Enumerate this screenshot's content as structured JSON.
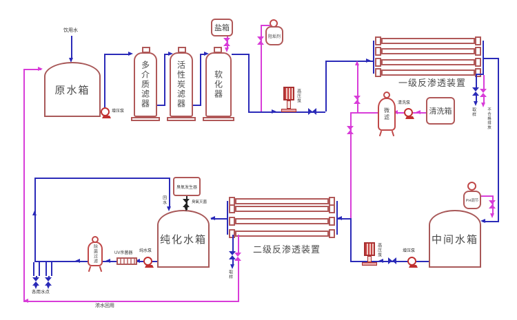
{
  "colors": {
    "water_line": "#2a2ab8",
    "chemical_line": "#d83cd8",
    "equipment_outline": "#b05858",
    "pump_red": "#c03030"
  },
  "source": {
    "feed_water": "饮用水"
  },
  "raw": {
    "tank": "原水箱",
    "pump": "增压泵"
  },
  "pretreatment": {
    "multimedia_filter": "多介质滤器",
    "carbon_filter": "活性炭滤器",
    "softener": "软化器",
    "salt_tank": "盐箱",
    "antiscalant": "阻垢剂"
  },
  "ro1": {
    "hp_pump": "高压泵",
    "unit": "一级反渗透装置",
    "sample": "取样",
    "reject": "不合格排放"
  },
  "cleaning": {
    "filter": "微滤",
    "pump": "清洗泵",
    "tank": "清洗箱"
  },
  "intermediate": {
    "ph_dosing": "PH调节",
    "tank": "中间水箱",
    "pump": "增压泵",
    "hp_pump": "高压泵"
  },
  "ro2": {
    "unit": "二级反渗透装置",
    "sample": "取样"
  },
  "polishing": {
    "tank": "纯化水箱",
    "ozone_generator": "臭氧发生器",
    "ozone_valve": "臭氧灭菌",
    "return_water": "回水",
    "pump": "纯水泵",
    "uv_sterilizer": "UV杀菌器",
    "final_filter": "除菌过滤",
    "use_points": "各用水点"
  },
  "reuse": {
    "concentrate_return": "浓水回用"
  }
}
